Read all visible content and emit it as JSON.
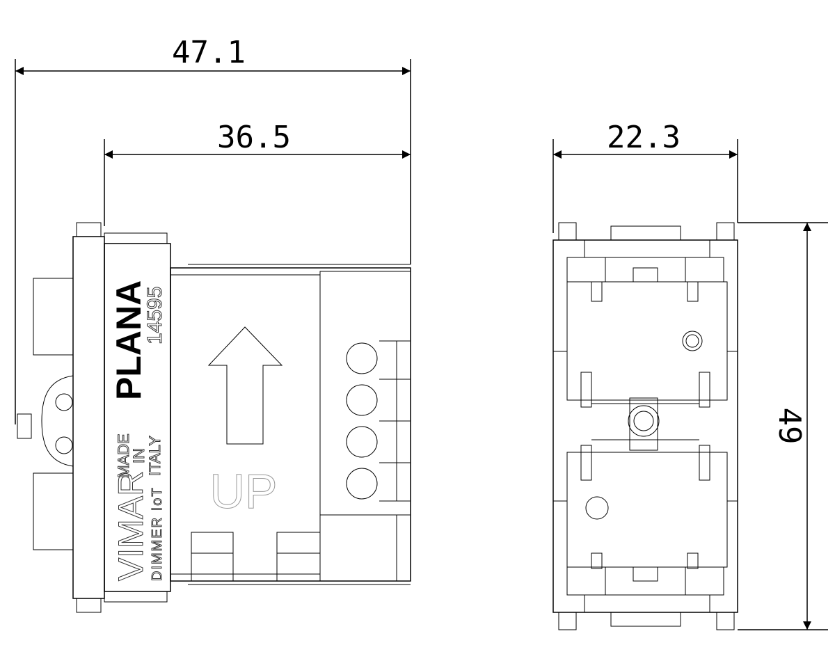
{
  "dimensions": {
    "overall_depth": "47.1",
    "body_depth": "36.5",
    "width": "22.3",
    "height": "49"
  },
  "label": {
    "brand": "VIMAR",
    "series": "PLANA",
    "code": "14595",
    "origin": [
      "MADE",
      "IN",
      "ITALY"
    ],
    "product": "DIMMER IoT"
  },
  "body_marking": "UP"
}
